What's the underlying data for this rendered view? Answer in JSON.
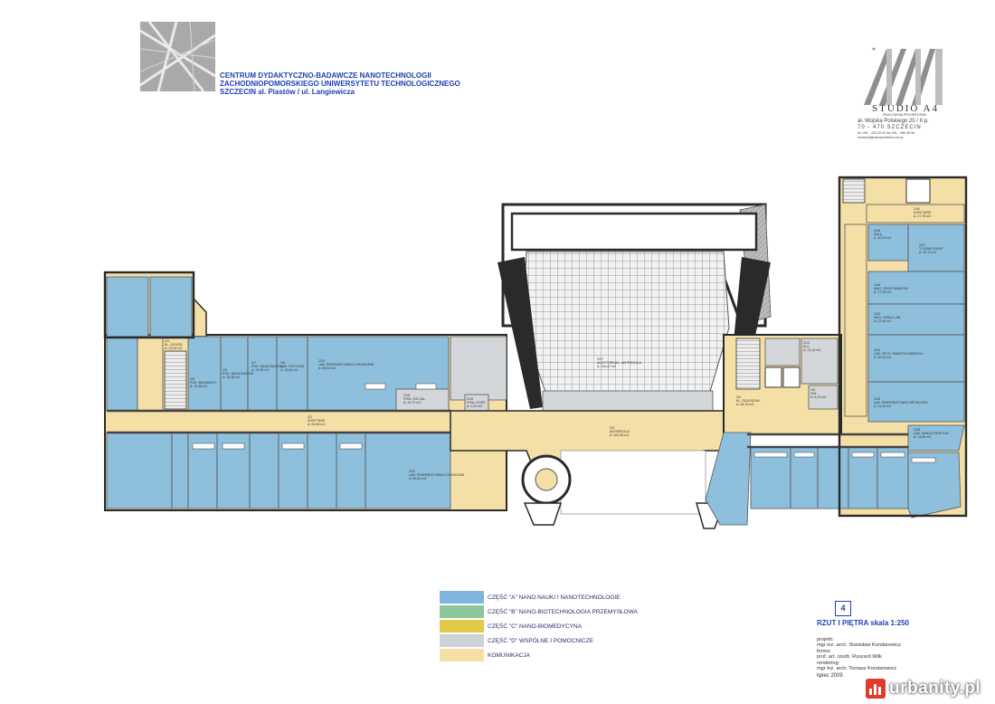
{
  "header": {
    "title_lines": [
      "CENTRUM DYDAKTYCZNO-BADAWCZE NANOTECHNOLOGII",
      "ZACHODNIOPOMORSKIEGO UNIWERSYTETU TECHNOLOGICZNEGO",
      "SZCZECIN al. Piastów / ul. Langiewicza"
    ]
  },
  "studio": {
    "name": "STUDIO A4",
    "subtitle": "PRACOWNIA PROJEKTOWA",
    "address_lines": [
      "al. Wojska Polskiego 20 / II p.",
      "70 - 470 SZCZECIN"
    ],
    "contact_lines": [
      "tel. 091 - 433 15 02  fax 091 - 486 48 56",
      "studioa4@nanoarchitekt.com.pl"
    ]
  },
  "rooms": {
    "korytarz": {
      "id": "2/2",
      "name": "KORYTARZ",
      "area": "A: 64,96 m2"
    },
    "antresola": {
      "id": "2/3",
      "name": "ANTRESOLA",
      "area": "A: 161,46 m2"
    },
    "aula": {
      "id": "2/17",
      "name": "AUDYTORIUM - ANTRESOLA",
      "area": "A: 119,47 m2"
    },
    "lab_top_mid": {
      "id": "2/19",
      "name": "LAB. PREPARATYWNO-CHEMICZNE",
      "area": "A: 83,52 m2"
    },
    "lab_bottom_mid": {
      "id": "2/20",
      "name": "LAB. PREPARATYWNO-CHEMICZNE",
      "area": "A: 83,52 m2"
    },
    "pom_socjal": {
      "id": "2/18",
      "name": "POM. SOCJAL.",
      "area": "A: 13,71 m2"
    },
    "pom_gosp": {
      "id": "2/16",
      "name": "POM. GOSP.",
      "area": "A: 3,20 m2"
    },
    "sl_schod_l": {
      "id": "2/1",
      "name": "KL. SCHOD.",
      "area": "A: 23,50 m2"
    },
    "sl_schod_r": {
      "id": "2/4",
      "name": "KL. SCHODOW.",
      "area": "A: 28,78 m2"
    },
    "korytarz_r": {
      "id": "2/40",
      "name": "KORYTARZ",
      "area": "A: 27,76 m2"
    },
    "sala_r": {
      "id": "2/46",
      "name": "SALA",
      "area": "A: 10,93 m2"
    },
    "clean_room": {
      "id": "2/47",
      "name": "\"CLEAN ROOM\"",
      "area": "A: 43,73 m2"
    },
    "mag_odczyn": {
      "id": "2/48",
      "name": "MAG. ODCZYNNIKÓW",
      "area": "A: 27,99 m2"
    },
    "mag_szkla": {
      "id": "2/43",
      "name": "MAG. SZKŁA LAB.",
      "area": "A: 27,99 m2"
    },
    "lab_tech": {
      "id": "2/44",
      "name": "LAB. TECH. WARSTW WIERZCH.",
      "area": "A: 40,04 m2"
    },
    "lab_prep_metal": {
      "id": "2/45",
      "name": "LAB. PREPARATYWNO METALURG.",
      "area": "A: 41,45 m2"
    },
    "lab_nano": {
      "id": "2/38",
      "name": "LAB. NANOSTRUKTUR",
      "area": "A: 13,89 m2"
    },
    "wc": {
      "id": "2/13",
      "name": "W.C.",
      "area": "A: 23,16 m2"
    },
    "hall_r": {
      "id": "2/8",
      "name": "HOL",
      "area": "A: 8,13 m2"
    },
    "left_top_1": {
      "id": "2/5",
      "name": "POK. BADAWCZY",
      "area": "A: 15,36 m2"
    },
    "left_top_2": {
      "id": "2/6",
      "name": "POK. NAUKOWCÓW",
      "area": "A: 15,36 m2"
    },
    "left_top_3": {
      "id": "2/7",
      "name": "POK. NAUKOWCÓW",
      "area": "A: 15,36 m2"
    },
    "left_top_4": {
      "id": "2/8",
      "name": "LAB. FIZYCZNE",
      "area": "A: 23,64 m2"
    }
  },
  "legend": [
    {
      "label": "CZĘŚĆ \"A\" NANO NAUKI I NANOTECHNOLOGIE",
      "color": "#7fb4de"
    },
    {
      "label": "CZĘŚĆ \"B\" NANO-BIOTECHNOLOGIA PRZEMYSŁOWA",
      "color": "#8cc79a"
    },
    {
      "label": "CZĘŚĆ \"C\" NANO-BIOMEDYCYNA",
      "color": "#e3c94a"
    },
    {
      "label": "CZĘŚĆ \"D\" WSPÓLNE I POMOCNICZE",
      "color": "#cdd2d6"
    },
    {
      "label": "KOMUNIKACJA",
      "color": "#f4dfa6"
    }
  ],
  "sheet": {
    "number": "4",
    "title": "RZUT I PIĘTRA skala 1:250",
    "credits": [
      "projekt:",
      "mgr inż. arch. Stanisław Kondarewicz",
      "forma:",
      "prof. art. rzeźb. Ryszard Wilk",
      "rendering:",
      "mgr inż. arch. Tomasz Kondarewicz"
    ],
    "date": "lipiec 2009"
  },
  "watermark": {
    "text": "urbanity.pl"
  },
  "colors": {
    "blue": "#8ebfdd",
    "corridor": "#f4dfa6",
    "grey": "#d4d7d9",
    "wall": "#2a2a2a",
    "title": "#1f3fb4"
  }
}
